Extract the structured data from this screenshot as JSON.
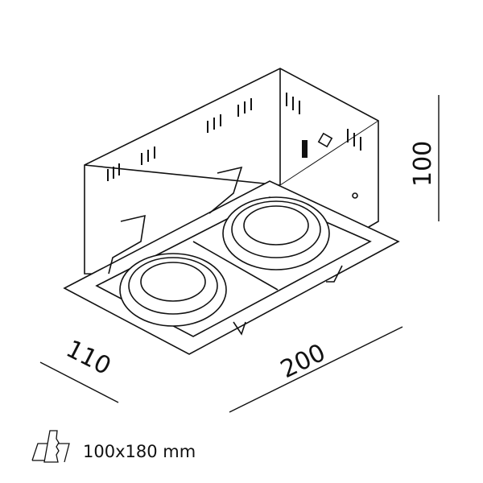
{
  "dimensions": {
    "height": "100",
    "depth": "110",
    "width": "200"
  },
  "cutout": {
    "icon": "cutout-saw-icon",
    "label": "100x180 mm"
  }
}
